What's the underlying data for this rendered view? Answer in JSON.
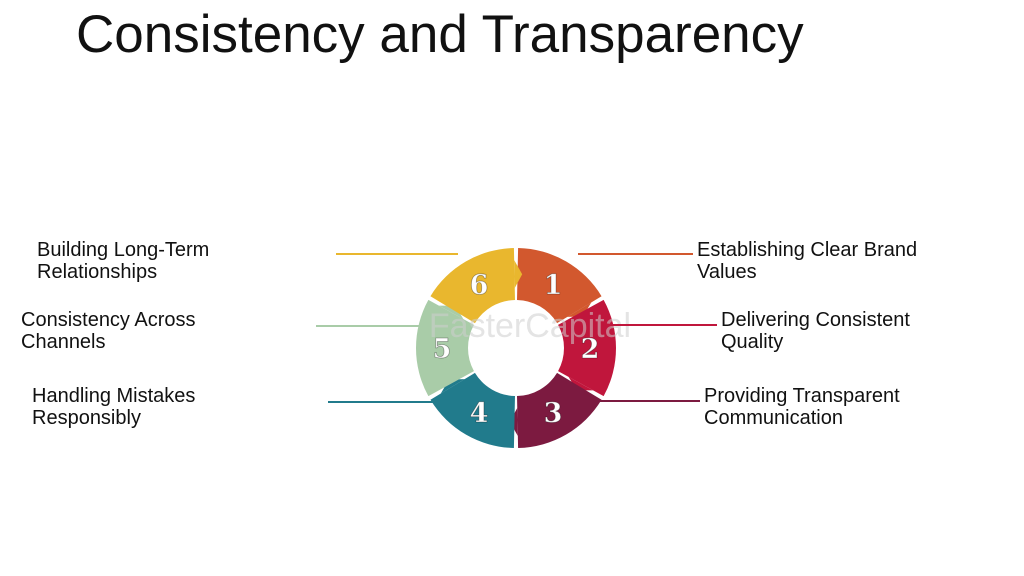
{
  "title": "Consistency and Transparency",
  "watermark": "FasterCapital",
  "steps": [
    {
      "number": "1",
      "line1": "Establishing Clear Brand",
      "line2": "Values",
      "color": "#d2582e"
    },
    {
      "number": "2",
      "line1": "Delivering Consistent",
      "line2": "Quality",
      "color": "#c0163c"
    },
    {
      "number": "3",
      "line1": "Providing Transparent",
      "line2": "Communication",
      "color": "#7c1a40"
    },
    {
      "number": "4",
      "line1": "Handling Mistakes",
      "line2": "Responsibly",
      "color": "#217b8c"
    },
    {
      "number": "5",
      "line1": "Consistency Across",
      "line2": "Channels",
      "color": "#a9cca8"
    },
    {
      "number": "6",
      "line1": "Building Long-Term",
      "line2": "Relationships",
      "color": "#e9b72e"
    }
  ]
}
